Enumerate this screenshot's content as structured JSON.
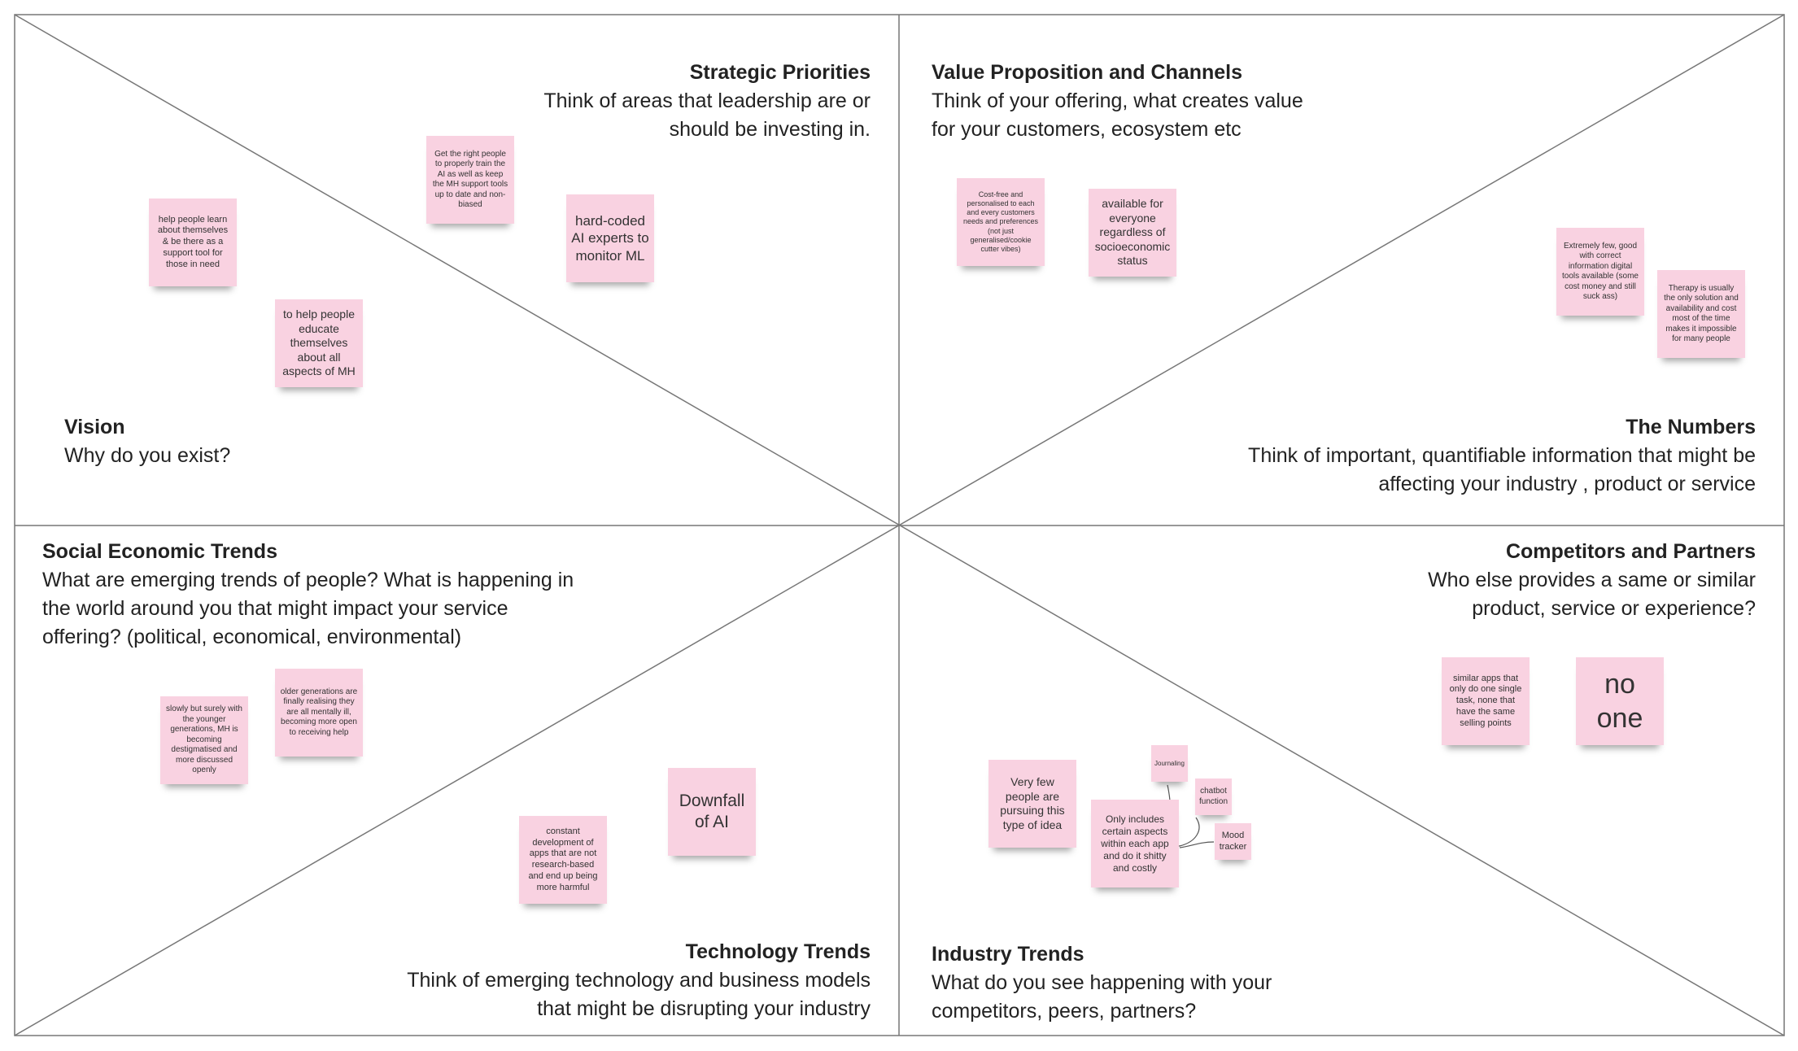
{
  "sections": {
    "strategic_priorities": {
      "title": "Strategic Priorities",
      "desc": "Think of areas that leadership are or\nshould be investing in."
    },
    "value_proposition": {
      "title": "Value Proposition and Channels",
      "desc": "Think of your offering, what creates value\nfor your customers, ecosystem etc"
    },
    "vision": {
      "title": "Vision",
      "desc": "Why do you exist?"
    },
    "the_numbers": {
      "title": "The Numbers",
      "desc": "Think of important, quantifiable information that might be\naffecting your industry , product or service"
    },
    "social_economic": {
      "title": "Social Economic Trends",
      "desc": "What are emerging trends of people? What is happening in\nthe world around you that might impact your service\noffering? (political, economical, environmental)"
    },
    "competitors": {
      "title": "Competitors and Partners",
      "desc": "Who else provides a same or similar\nproduct, service or experience?"
    },
    "technology": {
      "title": "Technology Trends",
      "desc": "Think of  emerging technology and  business models\nthat might be disrupting  your industry"
    },
    "industry": {
      "title": "Industry Trends",
      "desc": "What do you see happening with your\ncompetitors, peers, partners?"
    }
  },
  "notes": {
    "n1": "Get the right people to properly train the AI as well as keep the MH support tools up to date and non-biased",
    "n2": "hard-coded AI experts to monitor ML",
    "n3": "help people learn about themselves & be there as a support tool for those in need",
    "n4": "to help people educate themselves about all aspects of MH",
    "n5": "Cost-free and personalised to each and every customers needs and preferences (not just generalised/cookie cutter vibes)",
    "n6": "available for everyone regardless of socioeconomic status",
    "n7": "Extremely few, good with correct information digital tools available (some cost money and still suck ass)",
    "n8": "Therapy is usually the only solution and availability and cost most of the time makes it impossible for many people",
    "n9": "slowly but surely with the younger generations, MH is becoming destigmatised and more discussed openly",
    "n10": "older generations are finally realising they are all mentally ill, becoming more open to receiving help",
    "n11": "Downfall of AI",
    "n12": "constant development of apps that are not research-based and end up being more harmful",
    "n13": "similar apps that only do one single task, none that have the same selling points",
    "n14": "no one",
    "n15": "Very few people are pursuing this type of idea",
    "n16": "Only includes certain aspects within each app and do it shitty and costly",
    "n17": "Journaling",
    "n18": "chatbot function",
    "n19": "Mood tracker"
  },
  "colors": {
    "note": "#f9d2e1",
    "lines": "#777777"
  }
}
